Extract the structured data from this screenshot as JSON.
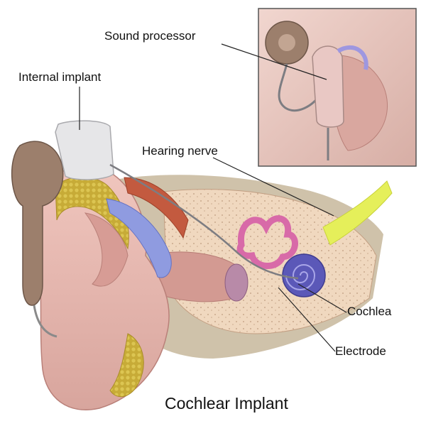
{
  "diagram": {
    "title": "Cochlear Implant",
    "labels": {
      "sound_processor": "Sound processor",
      "internal_implant": "Internal implant",
      "hearing_nerve": "Hearing nerve",
      "cochlea": "Cochlea",
      "electrode": "Electrode"
    },
    "colors": {
      "skin": "#e9b7ae",
      "skin_shadow": "#c98c86",
      "fat": "#c9b13a",
      "bone": "#f0d9c0",
      "nerve": "#e5ef5a",
      "cochlea": "#5b58b8",
      "canal": "#d86aa8",
      "device": "#9c7f6c",
      "implant": "#e6e6e8",
      "inset_bg": "#e8c9c2",
      "leader": "#222222"
    }
  }
}
